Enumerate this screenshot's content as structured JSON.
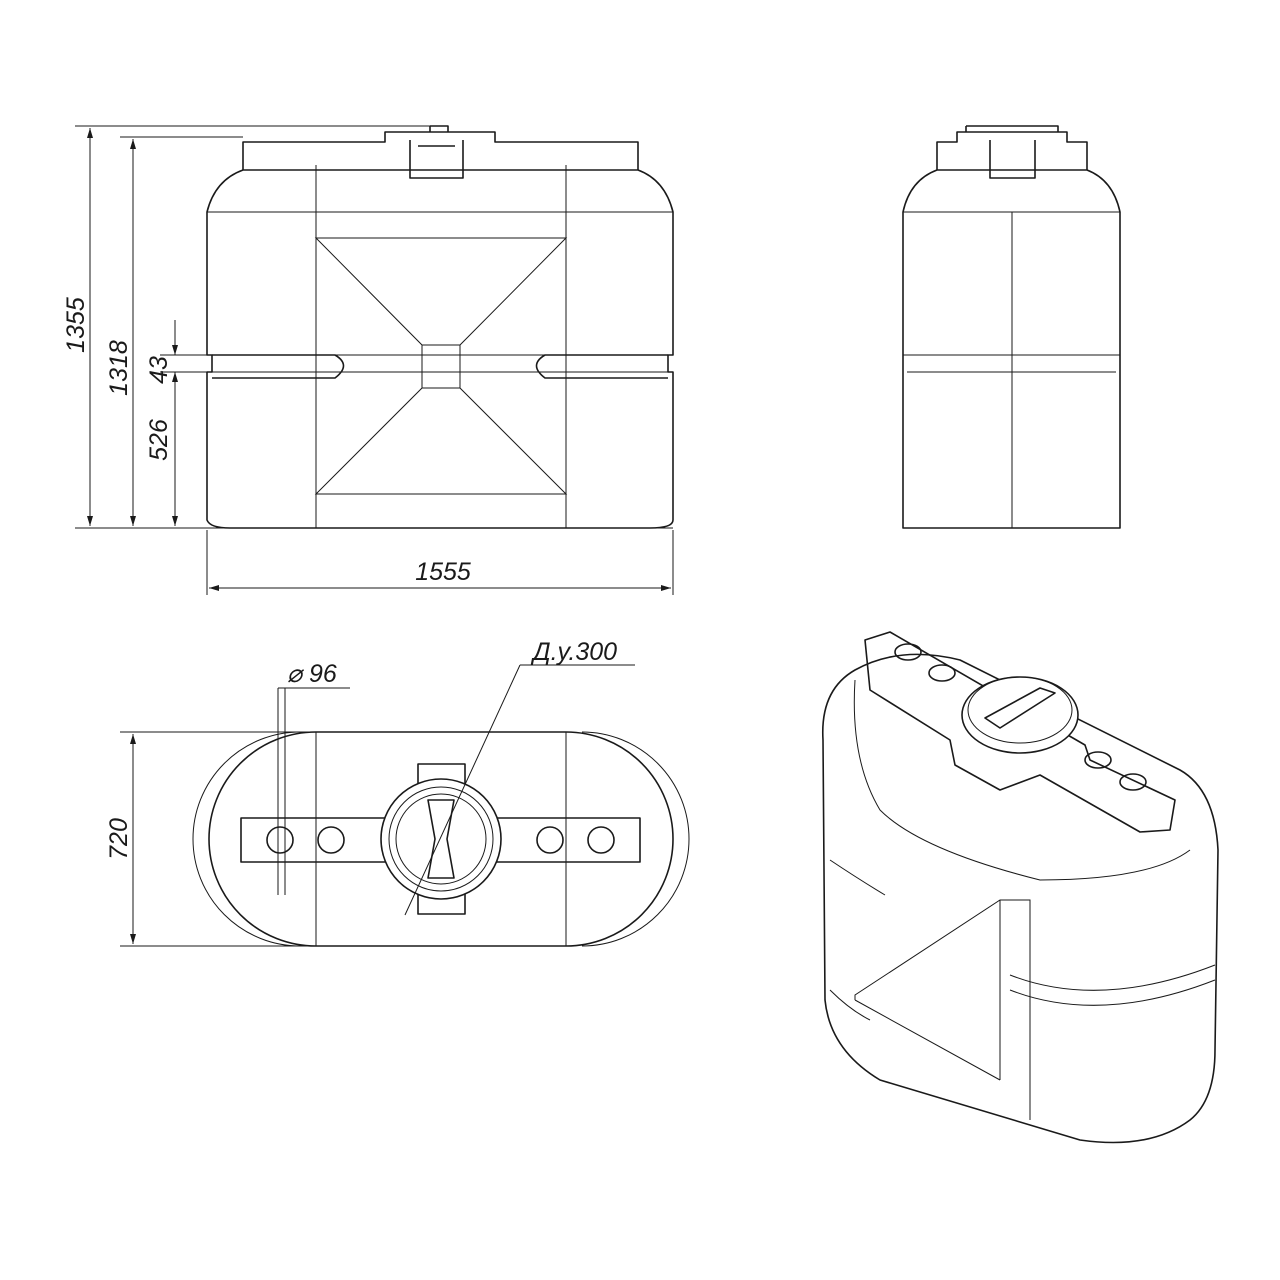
{
  "drawing": {
    "front_view": {
      "height_total": "1355",
      "height_body": "1318",
      "groove_height": "43",
      "groove_level": "526",
      "length": "1555"
    },
    "top_view": {
      "width": "720",
      "pipe_diameter": "⌀ 96",
      "hatch_label": "Д.у.300"
    },
    "colors": {
      "line": "#1a1a1a",
      "background": "#ffffff"
    }
  }
}
